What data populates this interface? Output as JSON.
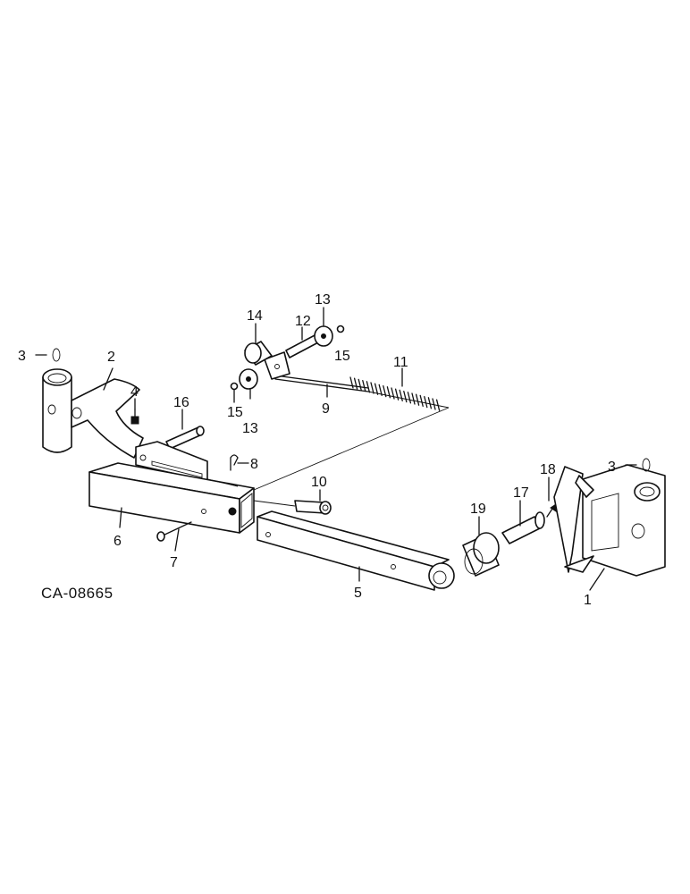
{
  "diagram": {
    "drawing_code": "CA-08665",
    "callouts": {
      "p1": "1",
      "p2": "2",
      "p3a": "3",
      "p3b": "3",
      "p4": "4",
      "p5": "5",
      "p6": "6",
      "p7": "7",
      "p8": "8",
      "p9": "9",
      "p10": "10",
      "p11": "11",
      "p12": "12",
      "p13a": "13",
      "p13b": "13",
      "p14": "14",
      "p15a": "15",
      "p15b": "15",
      "p16": "16",
      "p17": "17",
      "p18": "18",
      "p19": "19"
    }
  }
}
